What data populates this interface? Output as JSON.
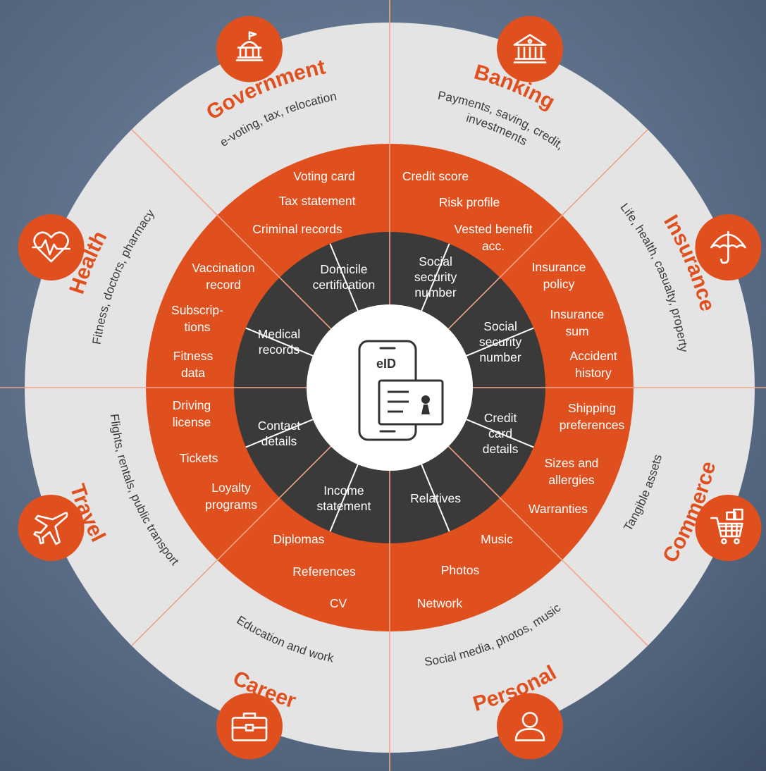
{
  "center": {
    "label": "eID",
    "icon": "phone-id-card-icon"
  },
  "sectors": [
    {
      "key": "government",
      "title": "Government",
      "desc": [
        "e-voting, tax, relocation"
      ],
      "icon": "capitol-building-icon",
      "items": [
        [
          "Voting card"
        ],
        [
          "Tax statement"
        ],
        [
          "Criminal records"
        ]
      ]
    },
    {
      "key": "banking",
      "title": "Banking",
      "desc": [
        "Payments, saving, credit,",
        "investments"
      ],
      "icon": "bank-building-icon",
      "items": [
        [
          "Credit score"
        ],
        [
          "Risk profile"
        ],
        [
          "Vested benefit",
          "acc."
        ]
      ]
    },
    {
      "key": "insurance",
      "title": "Insurance",
      "desc": [
        "Life, health, casualty, property"
      ],
      "icon": "umbrella-icon",
      "items": [
        [
          "Insurance",
          "policy"
        ],
        [
          "Insurance",
          "sum"
        ],
        [
          "Accident",
          "history"
        ]
      ]
    },
    {
      "key": "commerce",
      "title": "Commerce",
      "desc": [
        "Tangible assets"
      ],
      "icon": "shopping-cart-icon",
      "items": [
        [
          "Shipping",
          "preferences"
        ],
        [
          "Sizes and",
          "allergies"
        ],
        [
          "Warranties"
        ]
      ]
    },
    {
      "key": "personal",
      "title": "Personal",
      "desc": [
        "Social media, photos, music"
      ],
      "icon": "person-icon",
      "items": [
        [
          "Music"
        ],
        [
          "Photos"
        ],
        [
          "Network"
        ]
      ]
    },
    {
      "key": "career",
      "title": "Career",
      "desc": [
        "Education and work"
      ],
      "icon": "briefcase-icon",
      "items": [
        [
          "Diplomas"
        ],
        [
          "References"
        ],
        [
          "CV"
        ]
      ]
    },
    {
      "key": "travel",
      "title": "Travel",
      "desc": [
        "Flights, rentals, public transport"
      ],
      "icon": "airplane-icon",
      "items": [
        [
          "Driving",
          "license"
        ],
        [
          "Tickets"
        ],
        [
          "Loyalty",
          "programs"
        ]
      ]
    },
    {
      "key": "health",
      "title": "Health",
      "desc": [
        "Fitness, doctors, pharmacy"
      ],
      "icon": "heart-pulse-icon",
      "items": [
        [
          "Vaccination",
          "record"
        ],
        [
          "Subscrip-",
          "tions"
        ],
        [
          "Fitness",
          "data"
        ]
      ]
    }
  ],
  "inner": [
    {
      "key": "domicile",
      "lines": [
        "Domicile",
        "certification"
      ]
    },
    {
      "key": "ssn-top",
      "lines": [
        "Social",
        "security",
        "number"
      ]
    },
    {
      "key": "ssn-right",
      "lines": [
        "Social",
        "security",
        "number"
      ]
    },
    {
      "key": "credit-card",
      "lines": [
        "Credit",
        "card",
        "details"
      ]
    },
    {
      "key": "relatives",
      "lines": [
        "Relatives"
      ]
    },
    {
      "key": "income",
      "lines": [
        "Income",
        "statement"
      ]
    },
    {
      "key": "contact",
      "lines": [
        "Contact",
        "details"
      ]
    },
    {
      "key": "medical",
      "lines": [
        "Medical",
        "records"
      ]
    }
  ],
  "colors": {
    "accent": "#e0501f",
    "outer_ring": "#e4e4e4",
    "inner_ring": "#3a3a3a",
    "center": "#ffffff",
    "background": "#5a6b84"
  }
}
